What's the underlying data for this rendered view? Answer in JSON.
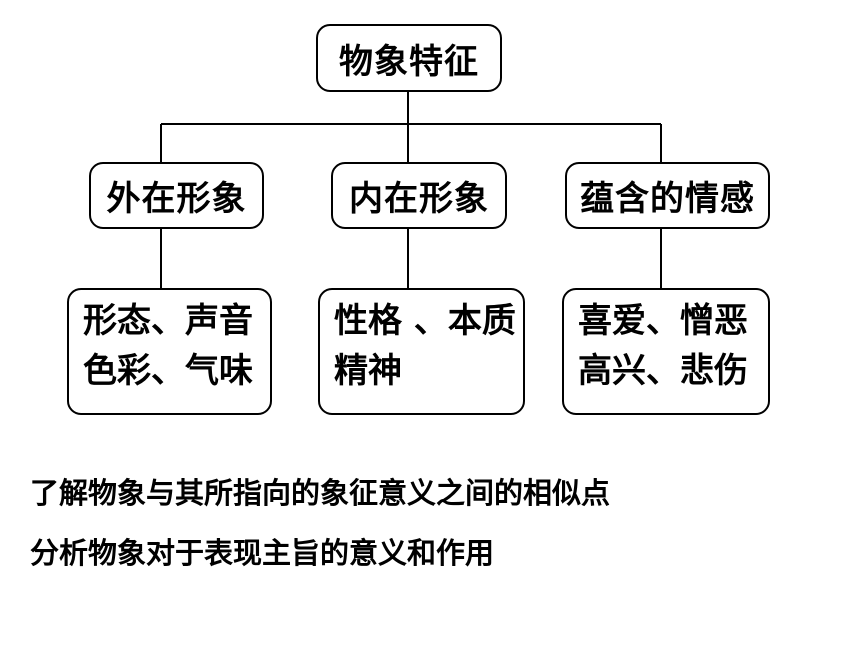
{
  "root": {
    "label": "物象特征"
  },
  "branches": [
    {
      "label": "外在形象",
      "lines": [
        "形态、声音",
        "色彩、气味"
      ]
    },
    {
      "label": "内在形象",
      "lines": [
        "性格 、本质",
        "精神"
      ]
    },
    {
      "label": "蕴含的情感",
      "lines": [
        "喜爱、憎恶",
        "高兴、悲伤"
      ]
    }
  ],
  "notes": [
    "了解物象与其所指向的象征意义之间的相似点",
    "分析物象对于表现主旨的意义和作用"
  ]
}
